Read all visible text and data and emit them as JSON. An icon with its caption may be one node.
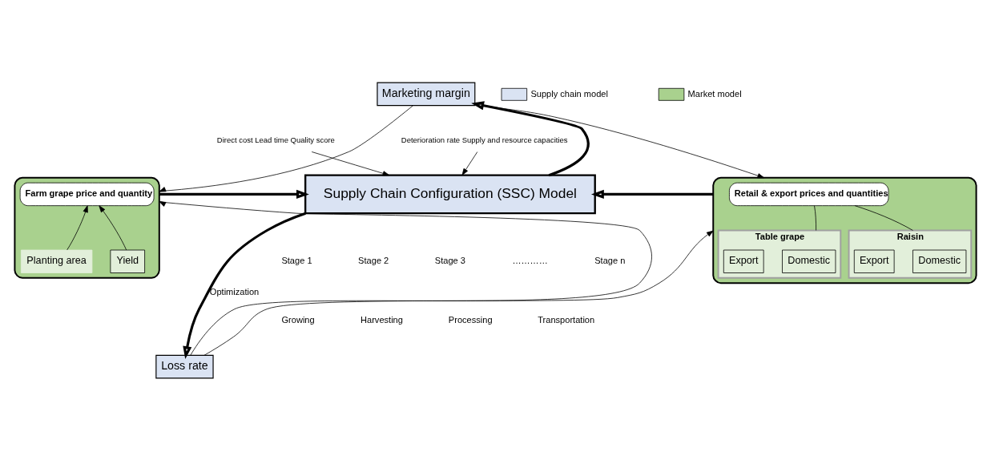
{
  "diagram": {
    "nodes": [
      {
        "text": [
          "Marketing margin"
        ]
      },
      {
        "text": [],
        "shape": "box"
      },
      {
        "text": [
          "Farm grape price and quantity"
        ],
        "in": 1
      },
      {
        "text": [
          "Planting area"
        ],
        "in": 1
      },
      {
        "text": [
          "Yield"
        ],
        "in": 1
      },
      {
        "text": [
          "Direct cost Lead time Quality score"
        ]
      },
      {
        "text": [
          "Deterioration rate Supply and resource capacities"
        ]
      },
      {
        "text": [
          "Supply Chain Configuration (SSC) Model"
        ]
      },
      {
        "text": [],
        "shape": "box"
      },
      {
        "text": [
          "Retail & export prices and quantities"
        ],
        "in": 8
      },
      {
        "text": [
          "Table grape"
        ],
        "in": 8
      },
      {
        "text": [
          "Domestic"
        ],
        "in": 10
      },
      {
        "text": [
          "Export"
        ],
        "in": 10
      },
      {
        "text": [
          "Raisin"
        ],
        "in": 8
      },
      {
        "text": [
          "Domestic"
        ],
        "in": 13
      },
      {
        "text": [
          "Export"
        ],
        "in": 13
      },
      {
        "text": [
          "Loss rate"
        ]
      }
    ],
    "edges": [
      {
        "from": 0,
        "to": 1,
        "arrow": "to"
      },
      {
        "from": 0,
        "to": 8,
        "arrow": "to"
      },
      {
        "from": 16,
        "to": 1,
        "arrow": "to"
      },
      {
        "from": 16,
        "to": 8,
        "arrow": "to"
      },
      {
        "from": 3,
        "to": 2,
        "arrow": "to"
      },
      {
        "from": 4,
        "to": 2,
        "arrow": "to"
      },
      {
        "from": 5,
        "to": 7,
        "arrow": "to"
      },
      {
        "from": 6,
        "to": 7,
        "arrow": "to"
      },
      {
        "from": 1,
        "to": 7,
        "arrow": "to",
        "style": "thick"
      },
      {
        "from": 8,
        "to": 7,
        "arrow": "to",
        "style": "thick"
      },
      {
        "from": 7,
        "to": 0,
        "arrow": "to",
        "style": "thick"
      },
      {
        "from": 7,
        "to": 16,
        "arrow": "to",
        "style": "thick",
        "label": "Optimization"
      },
      {
        "from": 9,
        "to": 10,
        "arrow": "none"
      },
      {
        "from": 9,
        "to": 13,
        "arrow": "none"
      }
    ],
    "labels": [
      "Stage 1",
      "Stage 2",
      "Stage 3",
      "…………",
      "Stage n",
      "Growing",
      "Harvesting",
      "Processing",
      "Transportation"
    ],
    "legend": [
      {
        "text": "Supply chain model",
        "color": "#dae3f3"
      },
      {
        "text": "Market model",
        "color": "#a9d18e"
      }
    ]
  }
}
